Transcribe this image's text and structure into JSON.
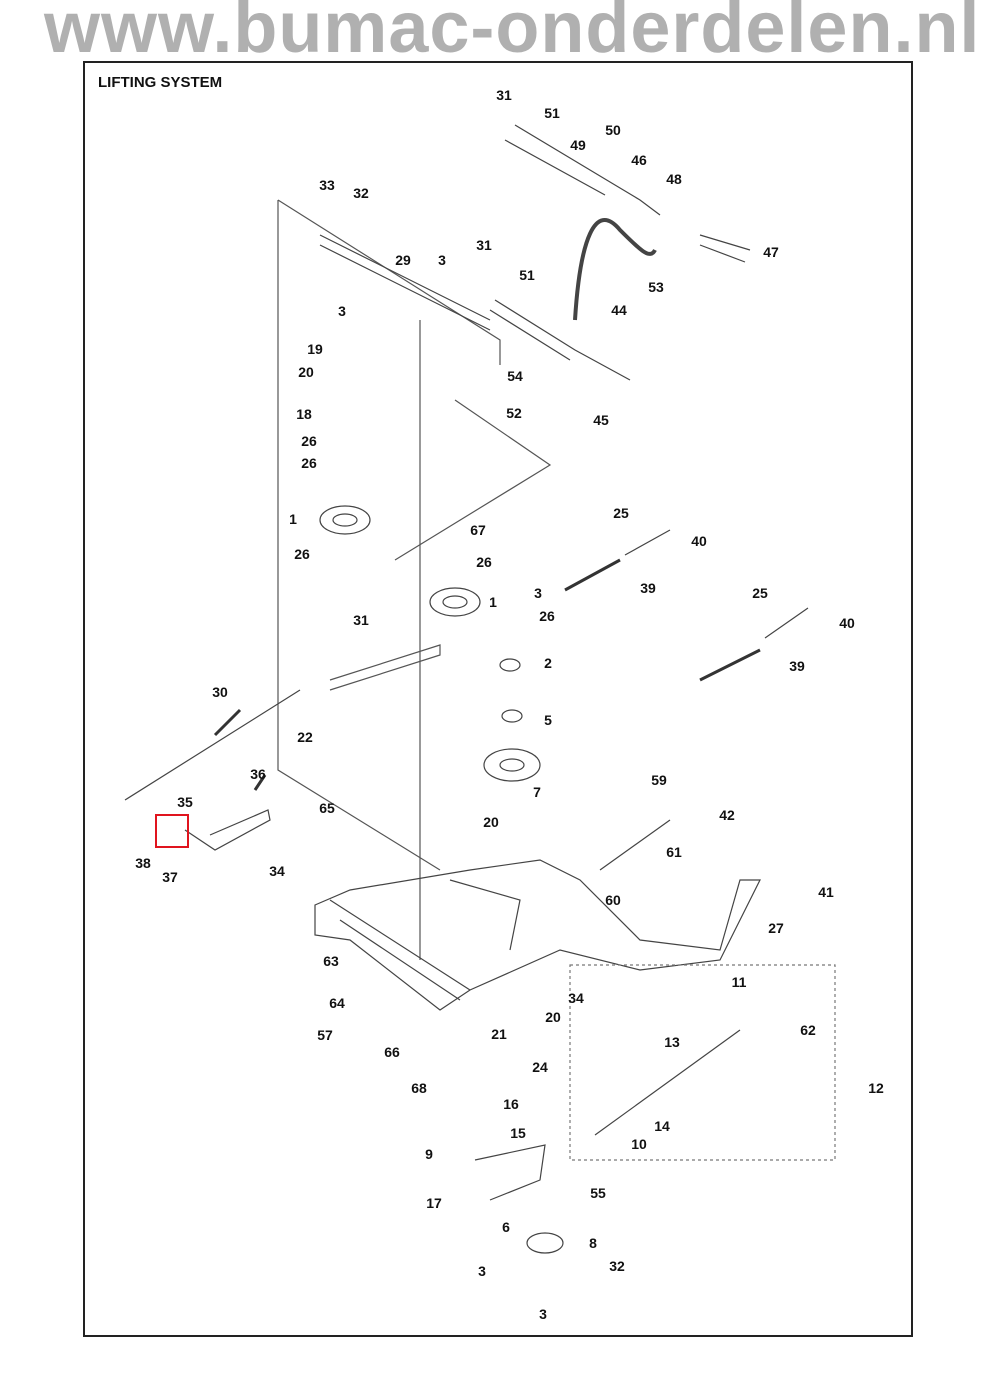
{
  "title": "LIFTING SYSTEM",
  "watermark": "www.bumac-onderdelen.nl",
  "highlight": {
    "part": "37",
    "color": "#e0141e"
  },
  "part_labels": [
    "31",
    "51",
    "49",
    "50",
    "46",
    "48",
    "47",
    "53",
    "44",
    "33",
    "32",
    "29",
    "3",
    "31",
    "51",
    "3",
    "19",
    "20",
    "18",
    "26",
    "26",
    "54",
    "52",
    "45",
    "1",
    "26",
    "67",
    "26",
    "25",
    "40",
    "3",
    "1",
    "26",
    "39",
    "25",
    "40",
    "39",
    "2",
    "31",
    "30",
    "22",
    "5",
    "36",
    "35",
    "65",
    "7",
    "59",
    "20",
    "38",
    "37",
    "34",
    "61",
    "42",
    "41",
    "60",
    "27",
    "63",
    "34",
    "20",
    "64",
    "57",
    "21",
    "66",
    "11",
    "62",
    "13",
    "12",
    "68",
    "24",
    "16",
    "15",
    "14",
    "10",
    "9",
    "55",
    "17",
    "6",
    "8",
    "32",
    "3",
    "3"
  ]
}
